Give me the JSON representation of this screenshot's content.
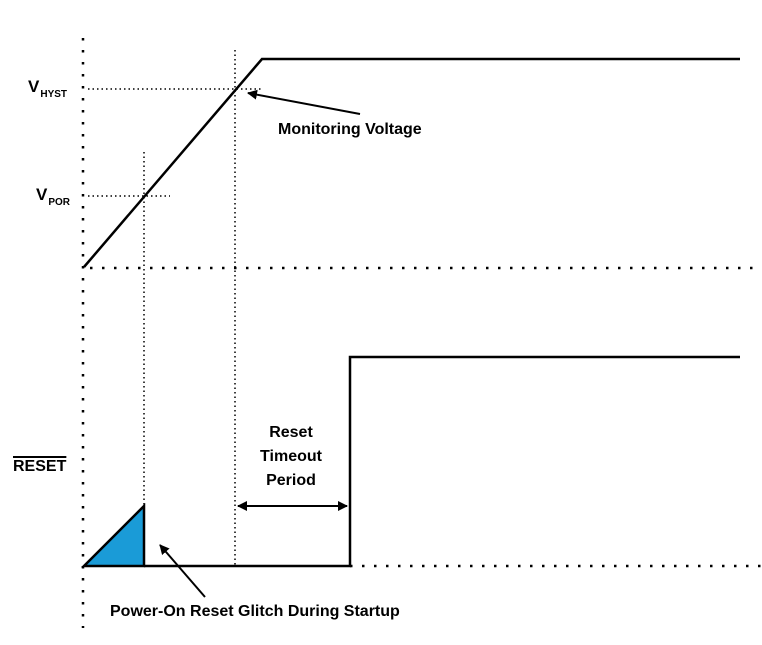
{
  "labels": {
    "v_hyst_main": "V",
    "v_hyst_sub": "HYST",
    "v_por_main": "V",
    "v_por_sub": "POR",
    "monitoring_voltage": "Monitoring Voltage",
    "reset_signal": "RESET",
    "reset_timeout_line1": "Reset",
    "reset_timeout_line2": "Timeout",
    "reset_timeout_line3": "Period",
    "glitch": "Power-On Reset Glitch During Startup"
  },
  "colors": {
    "line": "#000000",
    "glitch_fill": "#1a9bd7"
  }
}
